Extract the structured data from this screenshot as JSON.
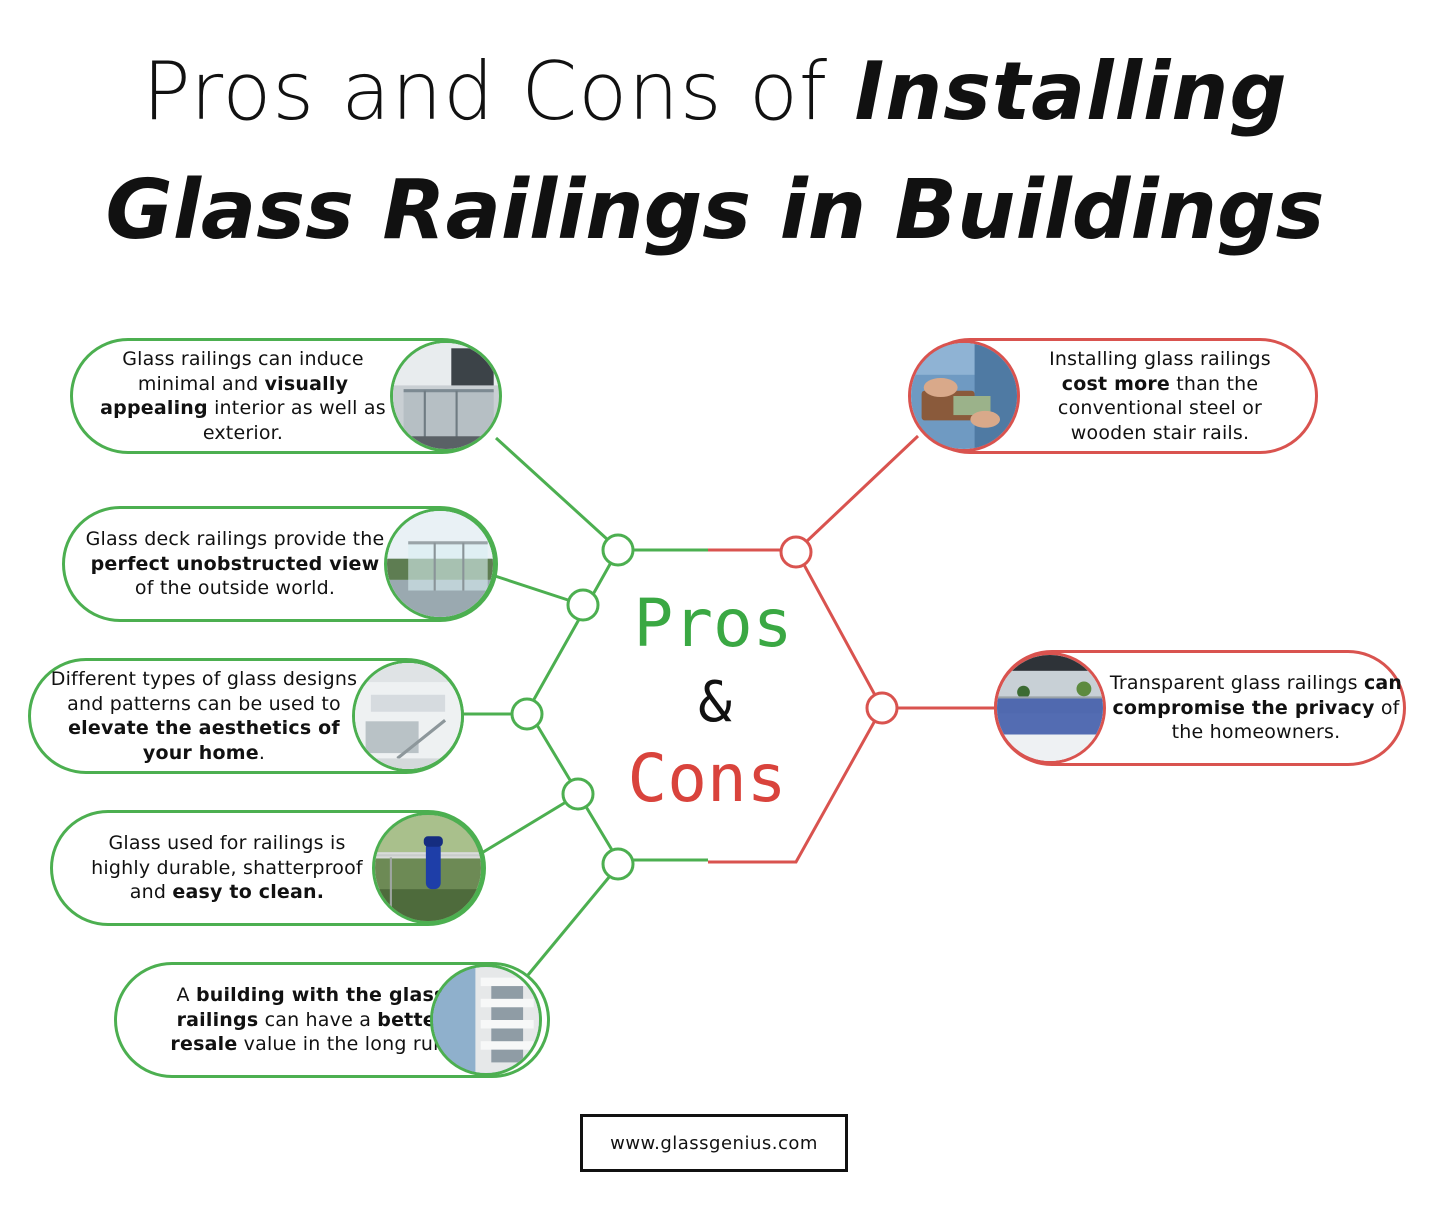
{
  "title": {
    "line1_plain": "Pros and Cons of ",
    "line1_emph": "Installing",
    "line2": "Glass Railings in Buildings"
  },
  "center": {
    "pros": "Pros",
    "amp": "&",
    "cons": "Cons"
  },
  "colors": {
    "pros": "#4caf50",
    "cons": "#d9534f",
    "center_pros": "#3aa843",
    "center_cons": "#d9433c"
  },
  "pros": [
    {
      "segments": [
        [
          "Glass railings can induce minimal and ",
          false
        ],
        [
          "visually appealing",
          true
        ],
        [
          " interior as well as exterior.",
          false
        ]
      ],
      "icon": "glass-balcony-photo"
    },
    {
      "segments": [
        [
          "Glass deck railings provide the ",
          false
        ],
        [
          "perfect unobstructed view",
          true
        ],
        [
          " of the outside world.",
          false
        ]
      ],
      "icon": "deck-view-photo"
    },
    {
      "segments": [
        [
          "Different types of glass designs and patterns can be used to ",
          false
        ],
        [
          "elevate the aesthetics of your home",
          true
        ],
        [
          ".",
          false
        ]
      ],
      "icon": "glass-stair-photo"
    },
    {
      "segments": [
        [
          "Glass used for railings is highly durable, shatterproof and ",
          false
        ],
        [
          "easy to clean.",
          true
        ]
      ],
      "icon": "cleaning-glass-photo"
    },
    {
      "segments": [
        [
          "A ",
          false
        ],
        [
          "building with the glass railings",
          true
        ],
        [
          " can have a ",
          false
        ],
        [
          "better resale",
          true
        ],
        [
          " value in the long run.",
          false
        ]
      ],
      "icon": "building-facade-photo"
    }
  ],
  "cons": [
    {
      "segments": [
        [
          "Installing glass railings ",
          false
        ],
        [
          "cost more",
          true
        ],
        [
          " than the conventional steel or wooden stair rails.",
          false
        ]
      ],
      "icon": "wallet-money-photo"
    },
    {
      "segments": [
        [
          "Transparent glass railings ",
          false
        ],
        [
          "can compromise the privacy",
          true
        ],
        [
          " of the homeowners.",
          false
        ]
      ],
      "icon": "privacy-balcony-photo"
    }
  ],
  "footer": {
    "url": "www.glassgenius.com"
  }
}
